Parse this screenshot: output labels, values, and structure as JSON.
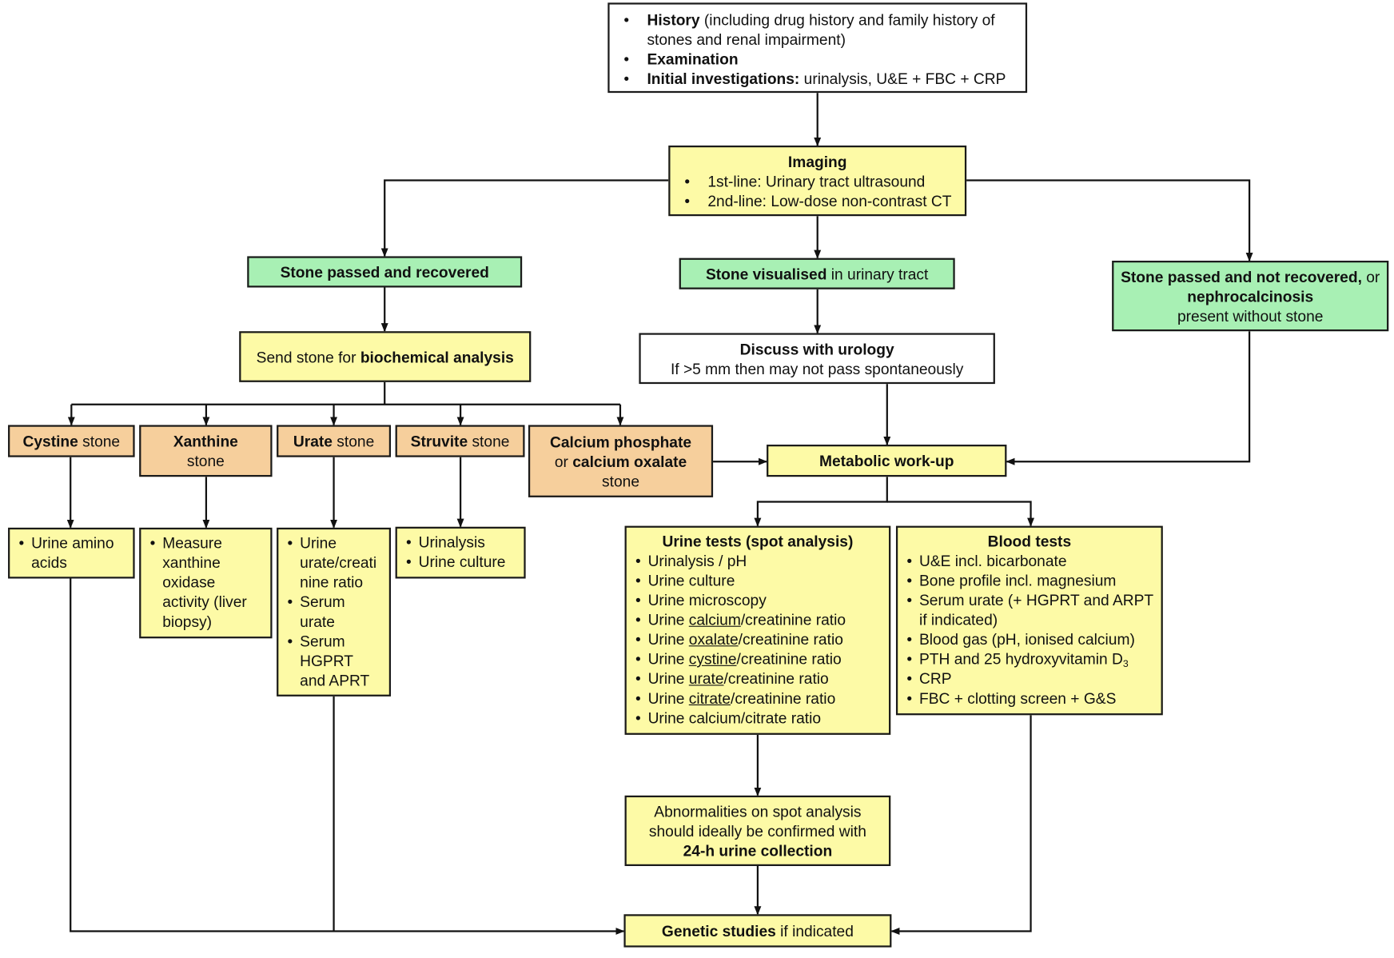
{
  "start": {
    "history_bold": "History",
    "history_rest": " (including drug history and family history of stones and renal impairment)",
    "examination": "Examination",
    "initial_bold": "Initial investigations:",
    "initial_rest": " urinalysis, U&E + FBC + CRP"
  },
  "imaging": {
    "title": "Imaging",
    "items": [
      "1st-line: Urinary tract ultrasound",
      "2nd-line: Low-dose non-contrast CT"
    ]
  },
  "stone_passed_recovered": "Stone passed and recovered",
  "stone_visualised": {
    "bold": "Stone visualised",
    "rest": " in urinary tract"
  },
  "stone_not_recovered": {
    "bold1": "Stone passed and not recovered,",
    "mid": " or ",
    "bold2": "nephrocalcinosis",
    "rest": "present without stone"
  },
  "send_stone": {
    "pre": "Send stone for ",
    "bold": "biochemical analysis"
  },
  "discuss": {
    "title": "Discuss with urology",
    "sub": "If >5 mm then may not pass spontaneously"
  },
  "stones": {
    "cystine": {
      "bold": "Cystine",
      "rest": " stone"
    },
    "xanthine": {
      "bold": "Xanthine",
      "rest": "stone"
    },
    "urate": {
      "bold": "Urate",
      "rest": " stone"
    },
    "struvite": {
      "bold": "Struvite",
      "rest": " stone"
    },
    "calcium": {
      "bold1": "Calcium phosphate",
      "mid": "or ",
      "bold2": "calcium oxalate",
      "rest": "stone"
    }
  },
  "metabolic": "Metabolic work-up",
  "tests": {
    "cystine": [
      "Urine amino acids"
    ],
    "xanthine": [
      "Measure xanthine oxidase activity (liver biopsy)"
    ],
    "urate": [
      "Urine urate/creati nine ratio",
      "Serum urate",
      "Serum HGPRT and APRT"
    ],
    "struvite": [
      "Urinalysis",
      "Urine culture"
    ]
  },
  "urine_tests": {
    "title": "Urine tests (spot analysis)",
    "plain": [
      "Urinalysis / pH",
      "Urine culture",
      "Urine microscopy"
    ],
    "ratios": [
      {
        "pre": "Urine ",
        "u": "calcium",
        "post": "/creatinine ratio"
      },
      {
        "pre": "Urine ",
        "u": "oxalate",
        "post": "/creatinine ratio"
      },
      {
        "pre": "Urine ",
        "u": "cystine",
        "post": "/creatinine ratio"
      },
      {
        "pre": "Urine ",
        "u": "urate",
        "post": "/creatinine ratio"
      },
      {
        "pre": "Urine ",
        "u": "citrate",
        "post": "/creatinine ratio"
      }
    ],
    "last": "Urine calcium/citrate ratio"
  },
  "blood_tests": {
    "title": "Blood tests",
    "items": [
      "U&E incl. bicarbonate",
      "Bone profile incl. magnesium",
      "Serum urate (+ HGPRT and ARPT if indicated)",
      "Blood gas (pH, ionised calcium)"
    ],
    "pth": "PTH and 25 hydroxyvitamin D",
    "pth_sub": "3",
    "items2": [
      "CRP",
      "FBC + clotting screen + G&S"
    ]
  },
  "abnormalities": {
    "text": "Abnormalities on spot analysis should ideally be confirmed with",
    "bold": "24-h urine collection"
  },
  "genetic": {
    "bold": "Genetic studies",
    "rest": " if indicated"
  }
}
